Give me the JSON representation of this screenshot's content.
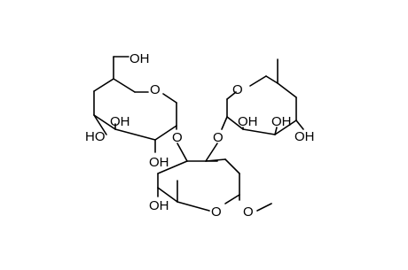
{
  "colors": {
    "background": "#ffffff",
    "ink": "#000000"
  },
  "labels": {
    "ch2oh": "OH",
    "ring1_o": "O",
    "ring1_oh_inner": "OH",
    "ring1_oh_outer": "HO",
    "ring1_oh_lower": "OH",
    "link_o_left": "O",
    "link_o_right": "O",
    "ring3_o": "O",
    "ring3_oh1": "OH",
    "ring3_oh2": "OH",
    "ring3_oh3": "OH",
    "ring2_oh": "OH",
    "ring2_o": "O",
    "methoxy_o": "O"
  }
}
